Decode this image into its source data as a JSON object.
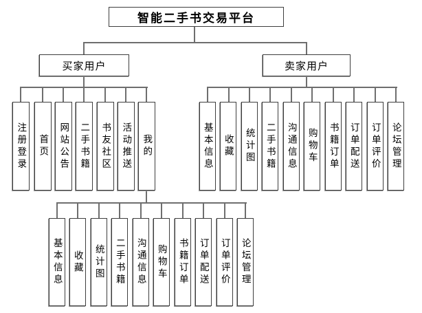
{
  "title": "智能二手书交易平台",
  "buyer": {
    "label": "买家用户"
  },
  "seller": {
    "label": "卖家用户"
  },
  "buyer_children": [
    "注册登录",
    "首页",
    "网站公告",
    "二手书籍",
    "书友社区",
    "活动推送",
    "我的"
  ],
  "seller_children": [
    "基本信息",
    "收藏",
    "统计图",
    "二手书籍",
    "沟通信息",
    "购物车",
    "书籍订单",
    "订单配送",
    "订单评价",
    "论坛管理"
  ],
  "my_children": [
    "基本信息",
    "收藏",
    "统计图",
    "二手书籍",
    "沟通信息",
    "购物车",
    "书籍订单",
    "订单配送",
    "订单评价",
    "论坛管理"
  ],
  "colors": {
    "connector_line": "#6e6e6e",
    "box_border": "#3d3d3d",
    "box_background": "#ffffff",
    "text": "#000000"
  }
}
